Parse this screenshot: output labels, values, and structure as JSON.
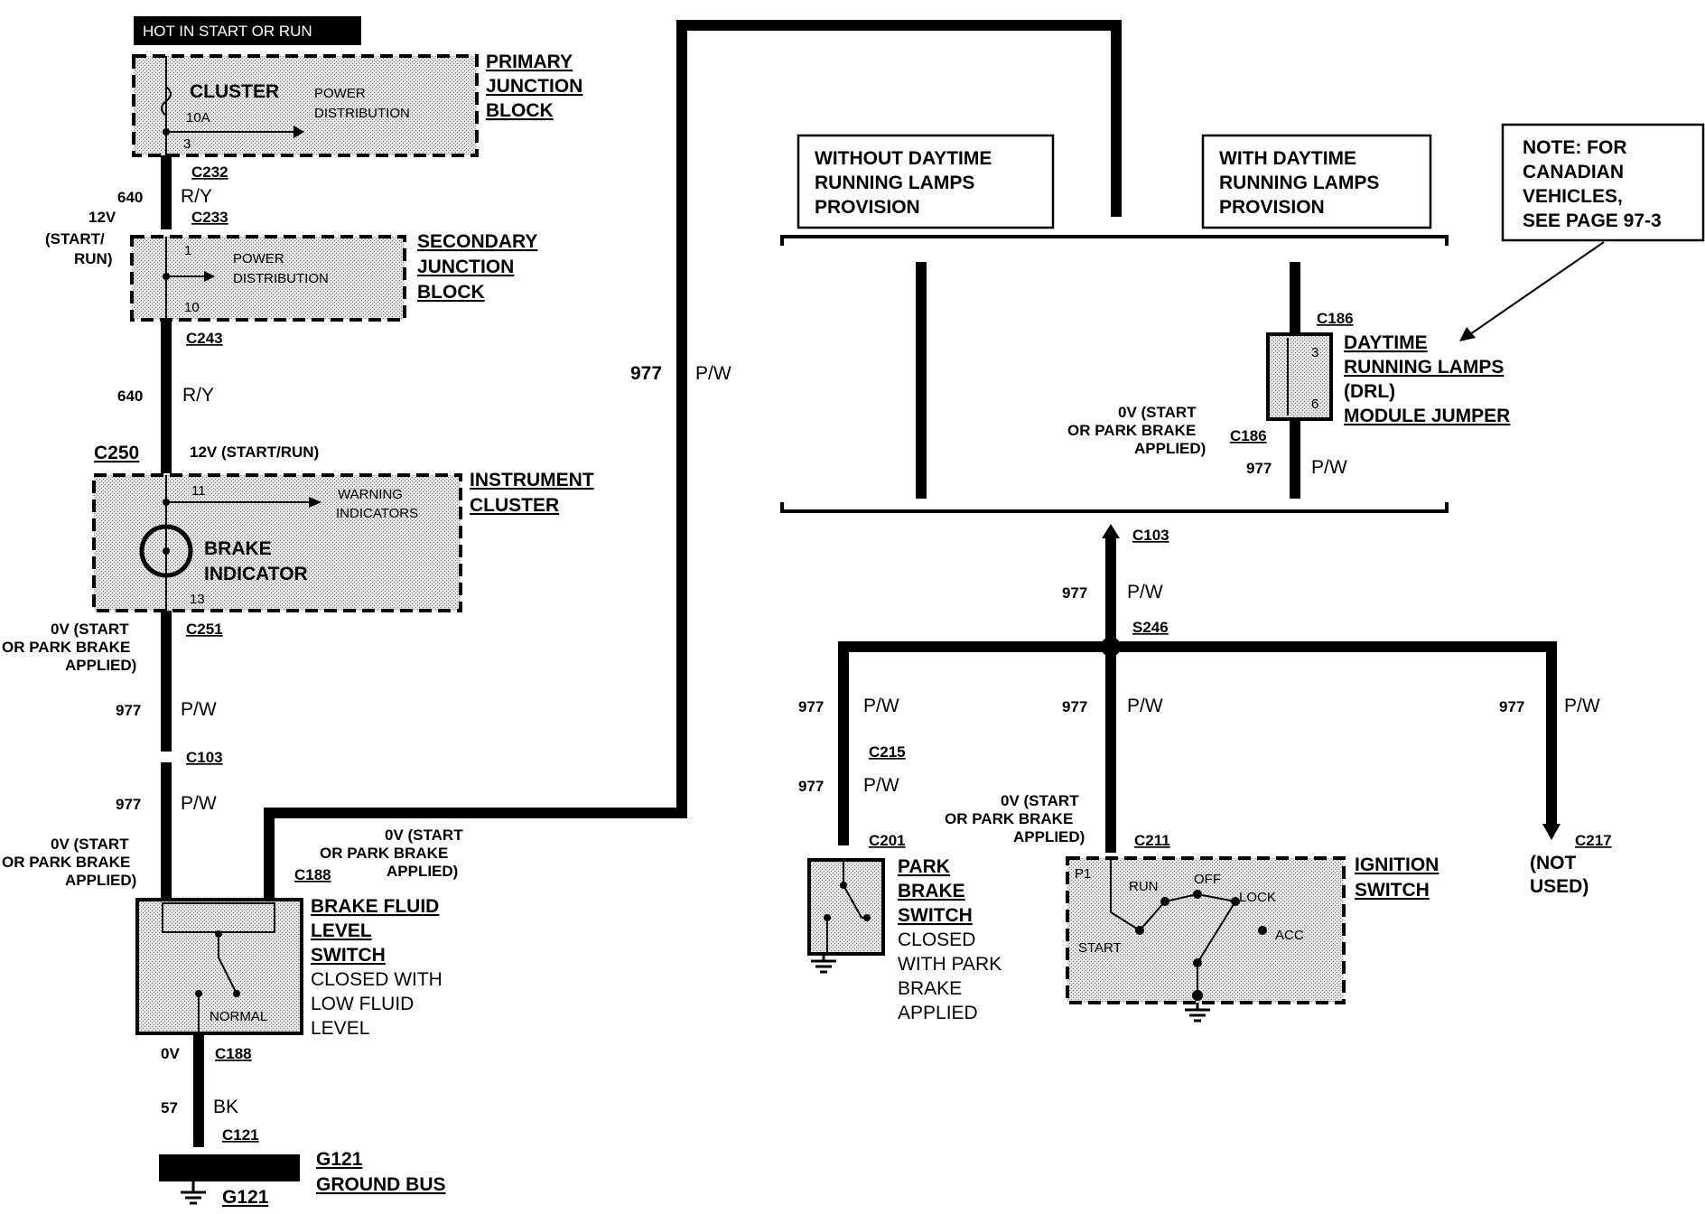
{
  "header": {
    "hot_label": "HOT IN START OR RUN"
  },
  "components": {
    "primary_junction_block": {
      "title_lines": [
        "PRIMARY",
        "JUNCTION",
        "BLOCK"
      ],
      "inner_label": "CLUSTER",
      "inner_sub": [
        "POWER",
        "DISTRIBUTION"
      ],
      "fuse": "10A",
      "pin": "3"
    },
    "secondary_junction_block": {
      "title_lines": [
        "SECONDARY",
        "JUNCTION",
        "BLOCK"
      ],
      "inner_sub": [
        "POWER",
        "DISTRIBUTION"
      ],
      "pin_top": "1",
      "pin_bottom": "10"
    },
    "instrument_cluster": {
      "title_lines": [
        "INSTRUMENT",
        "CLUSTER"
      ],
      "warning": [
        "WARNING",
        "INDICATORS"
      ],
      "indicator": [
        "BRAKE",
        "INDICATOR"
      ],
      "pin_top": "11",
      "pin_bottom": "13"
    },
    "brake_fluid_switch": {
      "title_lines": [
        "BRAKE FLUID",
        "LEVEL",
        "SWITCH"
      ],
      "desc_lines": [
        "CLOSED WITH",
        "LOW FLUID",
        "LEVEL"
      ],
      "normal": "NORMAL"
    },
    "ground_bus": {
      "labels": [
        "G121",
        "GROUND BUS"
      ],
      "bottom": "G121"
    },
    "drl_jumper": {
      "title_lines": [
        "DAYTIME",
        "RUNNING LAMPS",
        "(DRL)",
        "MODULE JUMPER"
      ],
      "pin_top": "3",
      "pin_bottom": "6"
    },
    "park_brake_switch": {
      "title_lines": [
        "PARK",
        "BRAKE",
        "SWITCH"
      ],
      "desc_lines": [
        "CLOSED",
        "WITH PARK",
        "BRAKE",
        "APPLIED"
      ]
    },
    "ignition_switch": {
      "title_lines": [
        "IGNITION",
        "SWITCH"
      ],
      "positions": [
        "P1",
        "RUN",
        "OFF",
        "LOCK",
        "START",
        "ACC"
      ]
    },
    "not_used": [
      "(NOT",
      "USED)"
    ]
  },
  "boxes": {
    "without_drl": [
      "WITHOUT DAYTIME",
      "RUNNING LAMPS",
      "PROVISION"
    ],
    "with_drl": [
      "WITH DAYTIME",
      "RUNNING LAMPS",
      "PROVISION"
    ],
    "note": [
      "NOTE: FOR",
      "CANADIAN",
      "VEHICLES,",
      "SEE PAGE 97-3"
    ]
  },
  "connectors": {
    "c232": "C232",
    "c233": "C233",
    "c243": "C243",
    "c250": "C250",
    "c251": "C251",
    "c103_left": "C103",
    "c188_top": "C188",
    "c188_bottom": "C188",
    "c121": "C121",
    "c186_top": "C186",
    "c186_bottom": "C186",
    "c103_right": "C103",
    "s246": "S246",
    "c215": "C215",
    "c201": "C201",
    "c211": "C211",
    "c217": "C217"
  },
  "wires": {
    "w640_top": {
      "circuit": "640",
      "color": "R/Y"
    },
    "w640_mid": {
      "circuit": "640",
      "color": "R/Y"
    },
    "w977_a": {
      "circuit": "977",
      "color": "P/W"
    },
    "w977_b": {
      "circuit": "977",
      "color": "P/W"
    },
    "w977_long": {
      "circuit": "977",
      "color": "P/W"
    },
    "w977_drl": {
      "circuit": "977",
      "color": "P/W"
    },
    "w977_c103": {
      "circuit": "977",
      "color": "P/W"
    },
    "w977_left": {
      "circuit": "977",
      "color": "P/W"
    },
    "w977_c215": {
      "circuit": "977",
      "color": "P/W"
    },
    "w977_mid": {
      "circuit": "977",
      "color": "P/W"
    },
    "w977_right": {
      "circuit": "977",
      "color": "P/W"
    },
    "w57": {
      "circuit": "57",
      "color": "BK"
    }
  },
  "voltages": {
    "v12_start_run_a": [
      "12V",
      "(START/",
      "RUN)"
    ],
    "v12_start_run_b": "12V (START/RUN)",
    "ov_c251": [
      "0V (START",
      "OR PARK BRAKE",
      "APPLIED)"
    ],
    "ov_c103": [
      "0V (START",
      "OR PARK BRAKE",
      "APPLIED)"
    ],
    "ov_c188": [
      "0V (START",
      "OR PARK BRAKE",
      "APPLIED)"
    ],
    "ov_drl": [
      "0V (START",
      "OR PARK BRAKE",
      "APPLIED)"
    ],
    "ov_c211": [
      "0V (START",
      "OR PARK BRAKE",
      "APPLIED)"
    ],
    "ov_ground": "0V"
  }
}
